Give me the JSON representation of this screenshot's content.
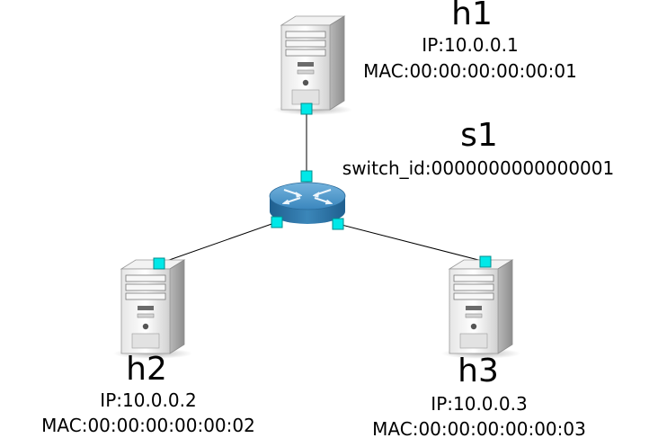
{
  "colors": {
    "port": "#00e8e8",
    "link": "#000000",
    "switch_body": "#2e7fb0"
  },
  "nodes": {
    "h1": {
      "icon": "server-tower-icon",
      "name": "h1",
      "ip": "IP:10.0.0.1",
      "mac": "MAC:00:00:00:00:00:01"
    },
    "s1": {
      "icon": "router-switch-icon",
      "name": "s1",
      "switch_id": "switch_id:0000000000000001"
    },
    "h2": {
      "icon": "server-tower-icon",
      "name": "h2",
      "ip": "IP:10.0.0.2",
      "mac": "MAC:00:00:00:00:00:02"
    },
    "h3": {
      "icon": "server-tower-icon",
      "name": "h3",
      "ip": "IP:10.0.0.3",
      "mac": "MAC:00:00:00:00:00:03"
    }
  },
  "links": [
    {
      "from": "h1",
      "to": "s1"
    },
    {
      "from": "s1",
      "to": "h2"
    },
    {
      "from": "s1",
      "to": "h3"
    }
  ]
}
